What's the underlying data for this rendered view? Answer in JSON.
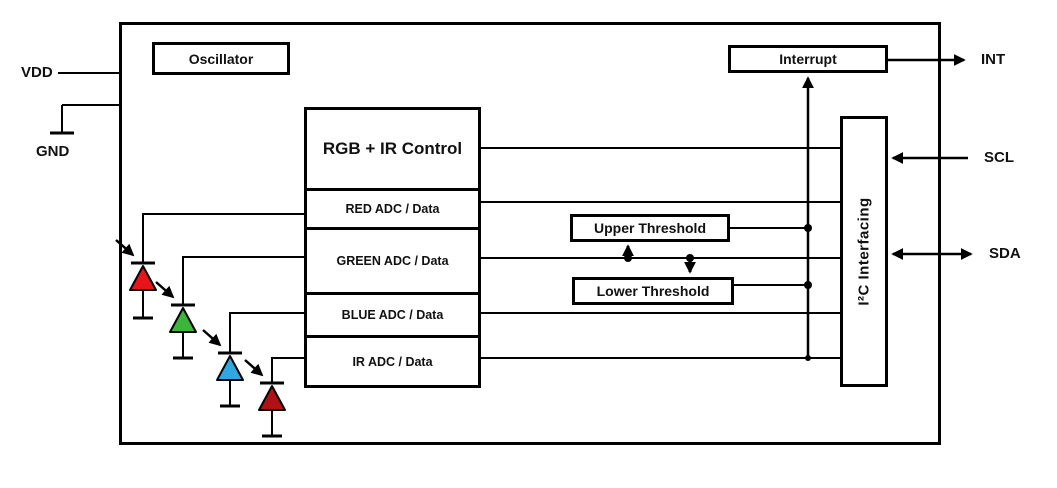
{
  "diagram": {
    "type": "ic-functional-block-diagram",
    "description": "RGB + IR color sensor block diagram with I2C interface"
  },
  "pins": {
    "vdd": "VDD",
    "gnd": "GND",
    "int": "INT",
    "scl": "SCL",
    "sda": "SDA"
  },
  "blocks": {
    "oscillator": "Oscillator",
    "rgb_ir_control": "RGB + IR Control",
    "red_adc": "RED ADC / Data",
    "green_adc": "GREEN ADC / Data",
    "blue_adc": "BLUE ADC / Data",
    "ir_adc": "IR ADC / Data",
    "upper_threshold": "Upper Threshold",
    "lower_threshold": "Lower Threshold",
    "interrupt": "Interrupt",
    "i2c_interfacing": "I²C Interfacing"
  },
  "photodiodes": [
    {
      "name": "red-photodiode",
      "color": "#e8141b"
    },
    {
      "name": "green-photodiode",
      "color": "#3cb53a"
    },
    {
      "name": "blue-photodiode",
      "color": "#2fa8e0"
    },
    {
      "name": "ir-photodiode",
      "color": "#b01116"
    }
  ],
  "colors": {
    "line": "#000000",
    "background": "#ffffff",
    "text": "#111111"
  }
}
